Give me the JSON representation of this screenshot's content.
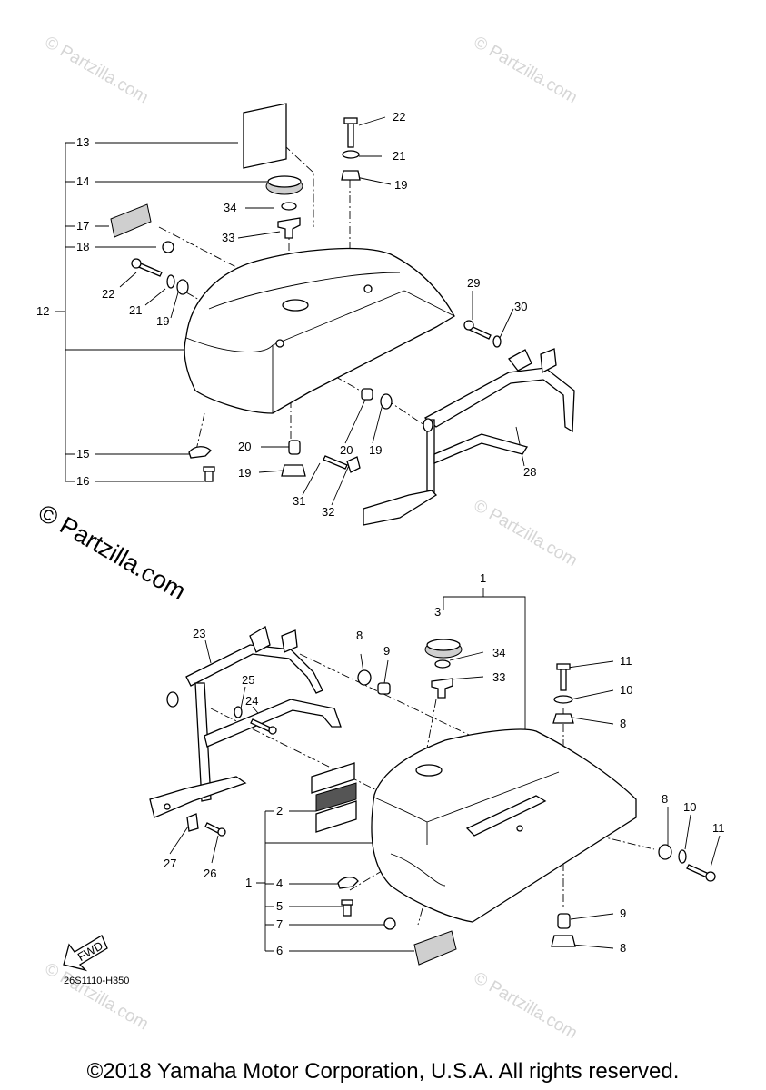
{
  "watermark": "© Partzilla.com",
  "diagram_code": "26S1110-H350",
  "fwd_label": "FWD",
  "copyright": "©2018 Yamaha Motor Corporation, U.S.A. All rights reserved.",
  "callouts": {
    "c1a": "1",
    "c1b": "1",
    "c2": "2",
    "c3": "3",
    "c4": "4",
    "c5": "5",
    "c6": "6",
    "c7": "7",
    "c8a": "8",
    "c8b": "8",
    "c8c": "8",
    "c8d": "8",
    "c9a": "9",
    "c9b": "9",
    "c10a": "10",
    "c10b": "10",
    "c11a": "11",
    "c11b": "11",
    "c12": "12",
    "c13": "13",
    "c14": "14",
    "c15": "15",
    "c16": "16",
    "c17": "17",
    "c18": "18",
    "c19a": "19",
    "c19b": "19",
    "c19c": "19",
    "c19d": "19",
    "c20a": "20",
    "c20b": "20",
    "c21a": "21",
    "c21b": "21",
    "c22a": "22",
    "c22b": "22",
    "c23": "23",
    "c24": "24",
    "c25": "25",
    "c26": "26",
    "c27": "27",
    "c28": "28",
    "c29": "29",
    "c30": "30",
    "c31": "31",
    "c32": "32",
    "c33a": "33",
    "c33b": "33",
    "c34a": "34",
    "c34b": "34"
  }
}
